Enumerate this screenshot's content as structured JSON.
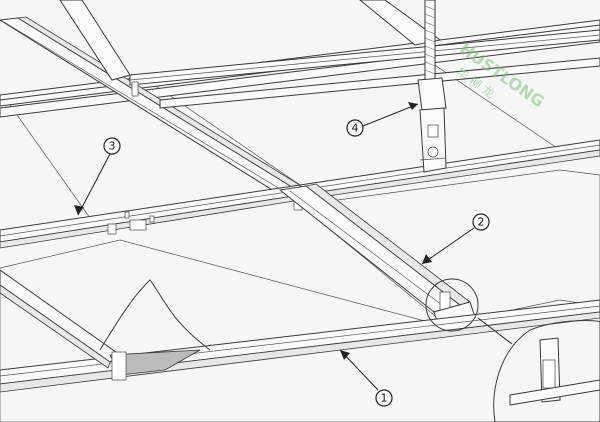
{
  "callouts": [
    {
      "label": "1"
    },
    {
      "label": "2"
    },
    {
      "label": "3"
    },
    {
      "label": "4"
    }
  ],
  "logo": {
    "text": "HUSTLONG",
    "cn": "华 柳 龙"
  },
  "colors": {
    "line": "#3a3a3a",
    "background": "#f6f6f6",
    "logo": "#7fbf7f"
  }
}
